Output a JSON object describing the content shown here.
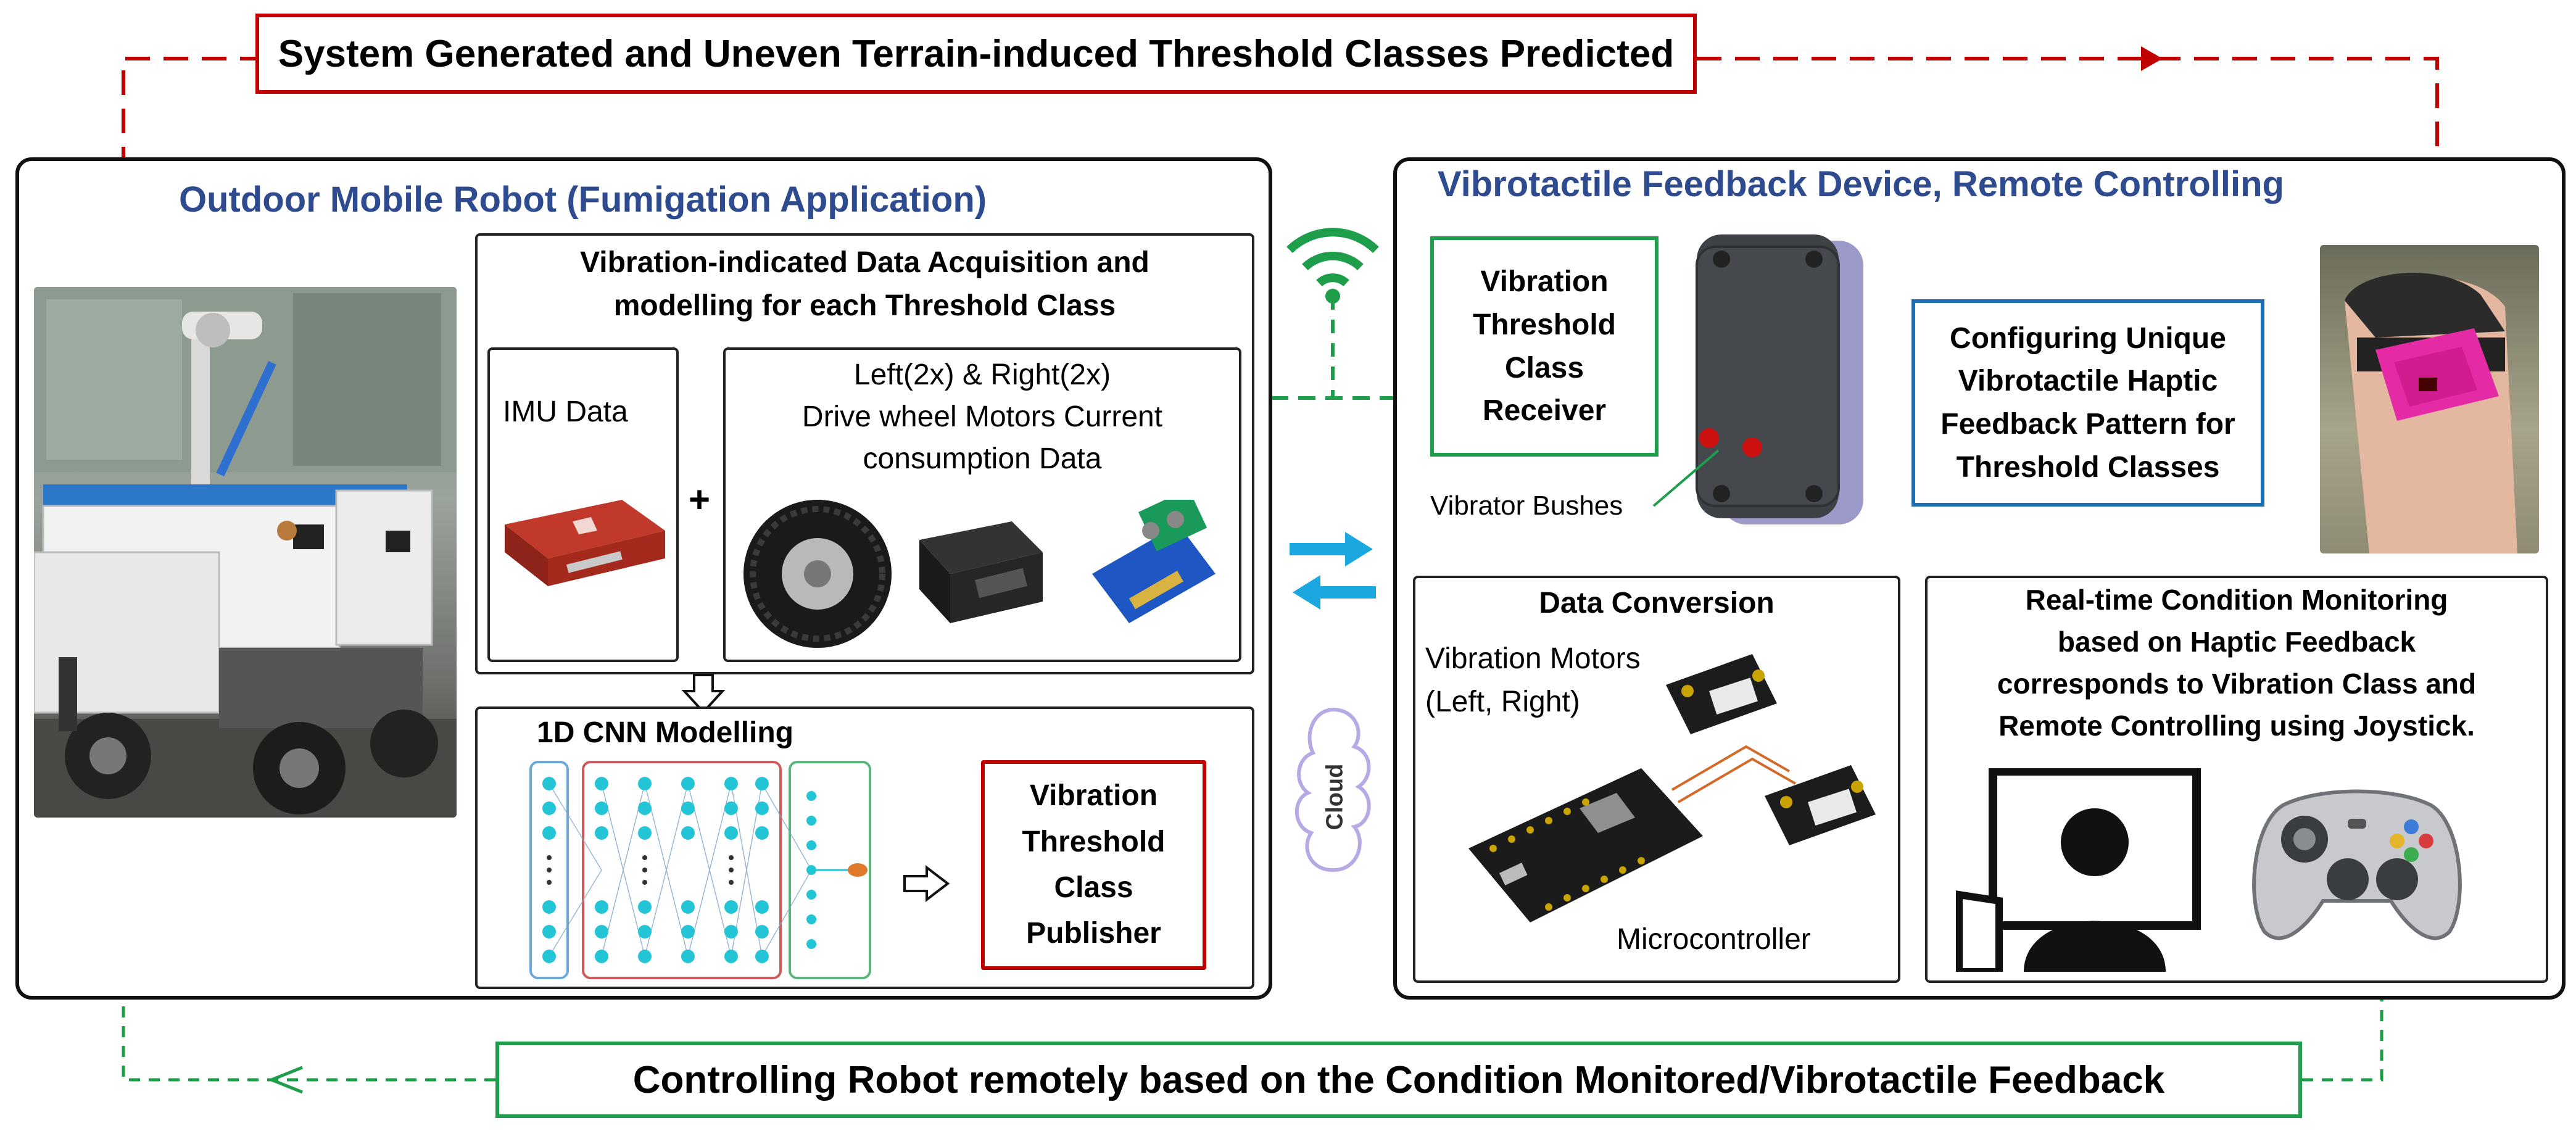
{
  "top_banner": {
    "text": "System Generated and Uneven Terrain-induced Threshold Classes Predicted"
  },
  "bottom_banner": {
    "text": "Controlling Robot remotely based on the Condition Monitored/Vibrotactile Feedback"
  },
  "left_panel": {
    "title": "Outdoor Mobile Robot (Fumigation Application)",
    "acquisition": {
      "title_line1": "Vibration-indicated Data Acquisition and",
      "title_line2": "modelling for each Threshold Class",
      "imu_label": "IMU Data",
      "plus": "+",
      "motor_line1": "Left(2x) & Right(2x)",
      "motor_line2": "Drive wheel Motors Current",
      "motor_line3": "consumption Data"
    },
    "cnn": {
      "title": "1D CNN Modelling",
      "publisher_line1": "Vibration",
      "publisher_line2": "Threshold",
      "publisher_line3": "Class",
      "publisher_line4": "Publisher"
    }
  },
  "middle": {
    "cloud_label": "Cloud"
  },
  "right_panel": {
    "title": "Vibrotactile Feedback Device, Remote Controlling",
    "receiver_line1": "Vibration",
    "receiver_line2": "Threshold",
    "receiver_line3": "Class",
    "receiver_line4": "Receiver",
    "vibrator_bushes": "Vibrator Bushes",
    "config_line1": "Configuring Unique",
    "config_line2": "Vibrotactile Haptic",
    "config_line3": "Feedback Pattern for",
    "config_line4": "Threshold Classes",
    "conversion": {
      "title": "Data Conversion",
      "motors_line1": "Vibration Motors",
      "motors_line2": "(Left, Right)",
      "microcontroller": "Microcontroller"
    },
    "monitoring": {
      "line1": "Real-time Condition Monitoring",
      "line2": "based on Haptic Feedback",
      "line3": "corresponds to Vibration Class and",
      "line4": "Remote Controlling using Joystick."
    }
  },
  "colors": {
    "red": "#C00000",
    "green": "#1E9E4A",
    "blue_title": "#2E4B8F",
    "arrow_cyan": "#1BA8E0"
  }
}
